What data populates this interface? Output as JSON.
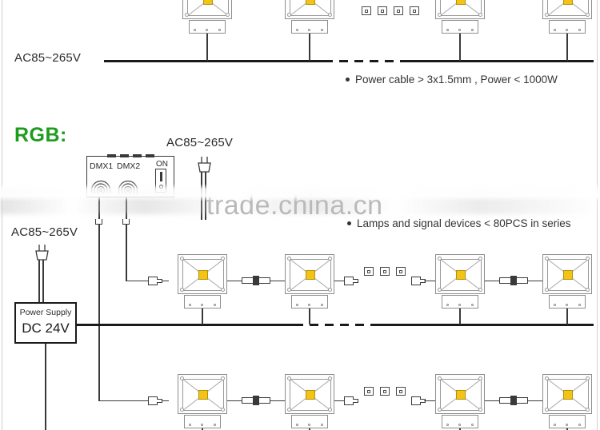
{
  "diagram": {
    "title_rgb": "RGB:",
    "labels": {
      "ac_top": "AC85~265V",
      "ac_controller": "AC85~265V",
      "ac_psu": "AC85~265V"
    },
    "notes": [
      "Power cable  > 3x1.5mm ,   Power < 1000W",
      "Lamps and signal devices < 80PCS in series"
    ],
    "controller": {
      "port1_label": "DMX1",
      "port2_label": "DMX2",
      "switch_label": "ON"
    },
    "power_supply": {
      "line1": "Power Supply",
      "line2": "DC 24V"
    },
    "watermark": "trade.china.cn",
    "colors": {
      "led_chip": "#f3c316",
      "rgb_title": "#1d9c1d",
      "bus_line": "#1a1a1a",
      "fixture_outline": "#8e8e8e"
    },
    "rows": [
      {
        "name": "ac-row",
        "lamp_count": 4,
        "continuation_boxes": 4
      },
      {
        "name": "rgb-row-1",
        "lamp_count": 4,
        "continuation_boxes": 3
      },
      {
        "name": "rgb-row-2",
        "lamp_count": 4,
        "continuation_boxes": 3
      }
    ]
  }
}
